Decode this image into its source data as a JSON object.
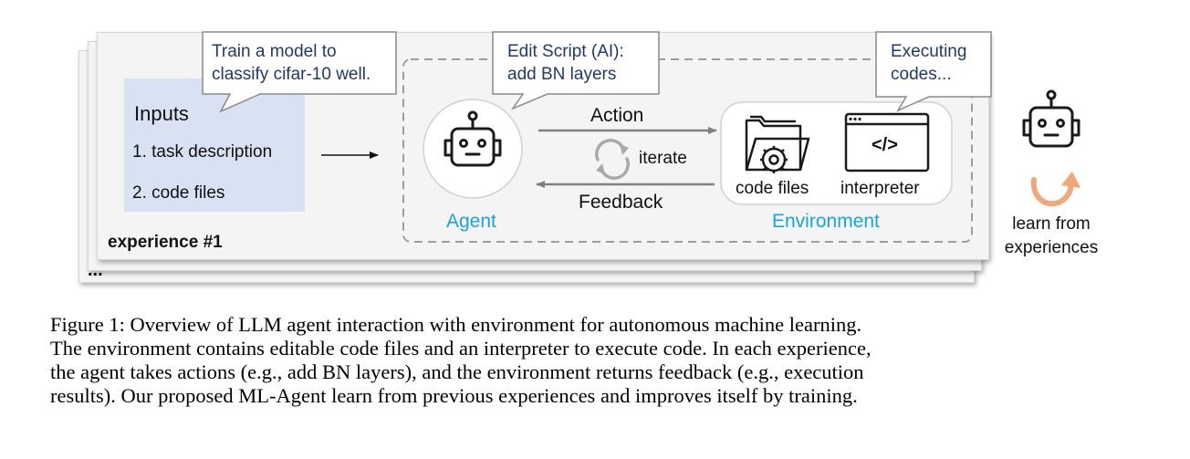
{
  "figure": {
    "inputs": {
      "title": "Inputs",
      "items": [
        "1. task description",
        "2. code files"
      ]
    },
    "callouts": {
      "task": [
        "Train a model to",
        "classify cifar-10 well."
      ],
      "edit": [
        "Edit Script (AI):",
        "add BN layers"
      ],
      "exec": [
        "Executing",
        "codes..."
      ]
    },
    "experience_label": "experience #1",
    "ellipsis": "...",
    "agent_label": "Agent",
    "action_label": "Action",
    "iterate_label": "iterate",
    "feedback_label": "Feedback",
    "environment_label": "Environment",
    "code_files_label": "code files",
    "interpreter_label": "interpreter",
    "interpreter_glyph": "</>",
    "learn_label": [
      "learn from",
      "experiences"
    ],
    "colors": {
      "accent_blue": "#1aa3dd",
      "inputs_bg": "#d9e2f3",
      "callout_text": "#1f3a68",
      "learn_arrow": "#f0a87a",
      "iterate_arrow": "#a9a9a9"
    }
  },
  "caption": [
    "Figure 1: Overview of LLM agent interaction with environment for autonomous machine learning.",
    "The environment contains editable code files and an interpreter to execute code. In each experience,",
    "the agent takes actions (e.g., add BN layers), and the environment returns feedback (e.g., execution",
    "results). Our proposed ML-Agent learn from previous experiences and improves itself by training."
  ]
}
